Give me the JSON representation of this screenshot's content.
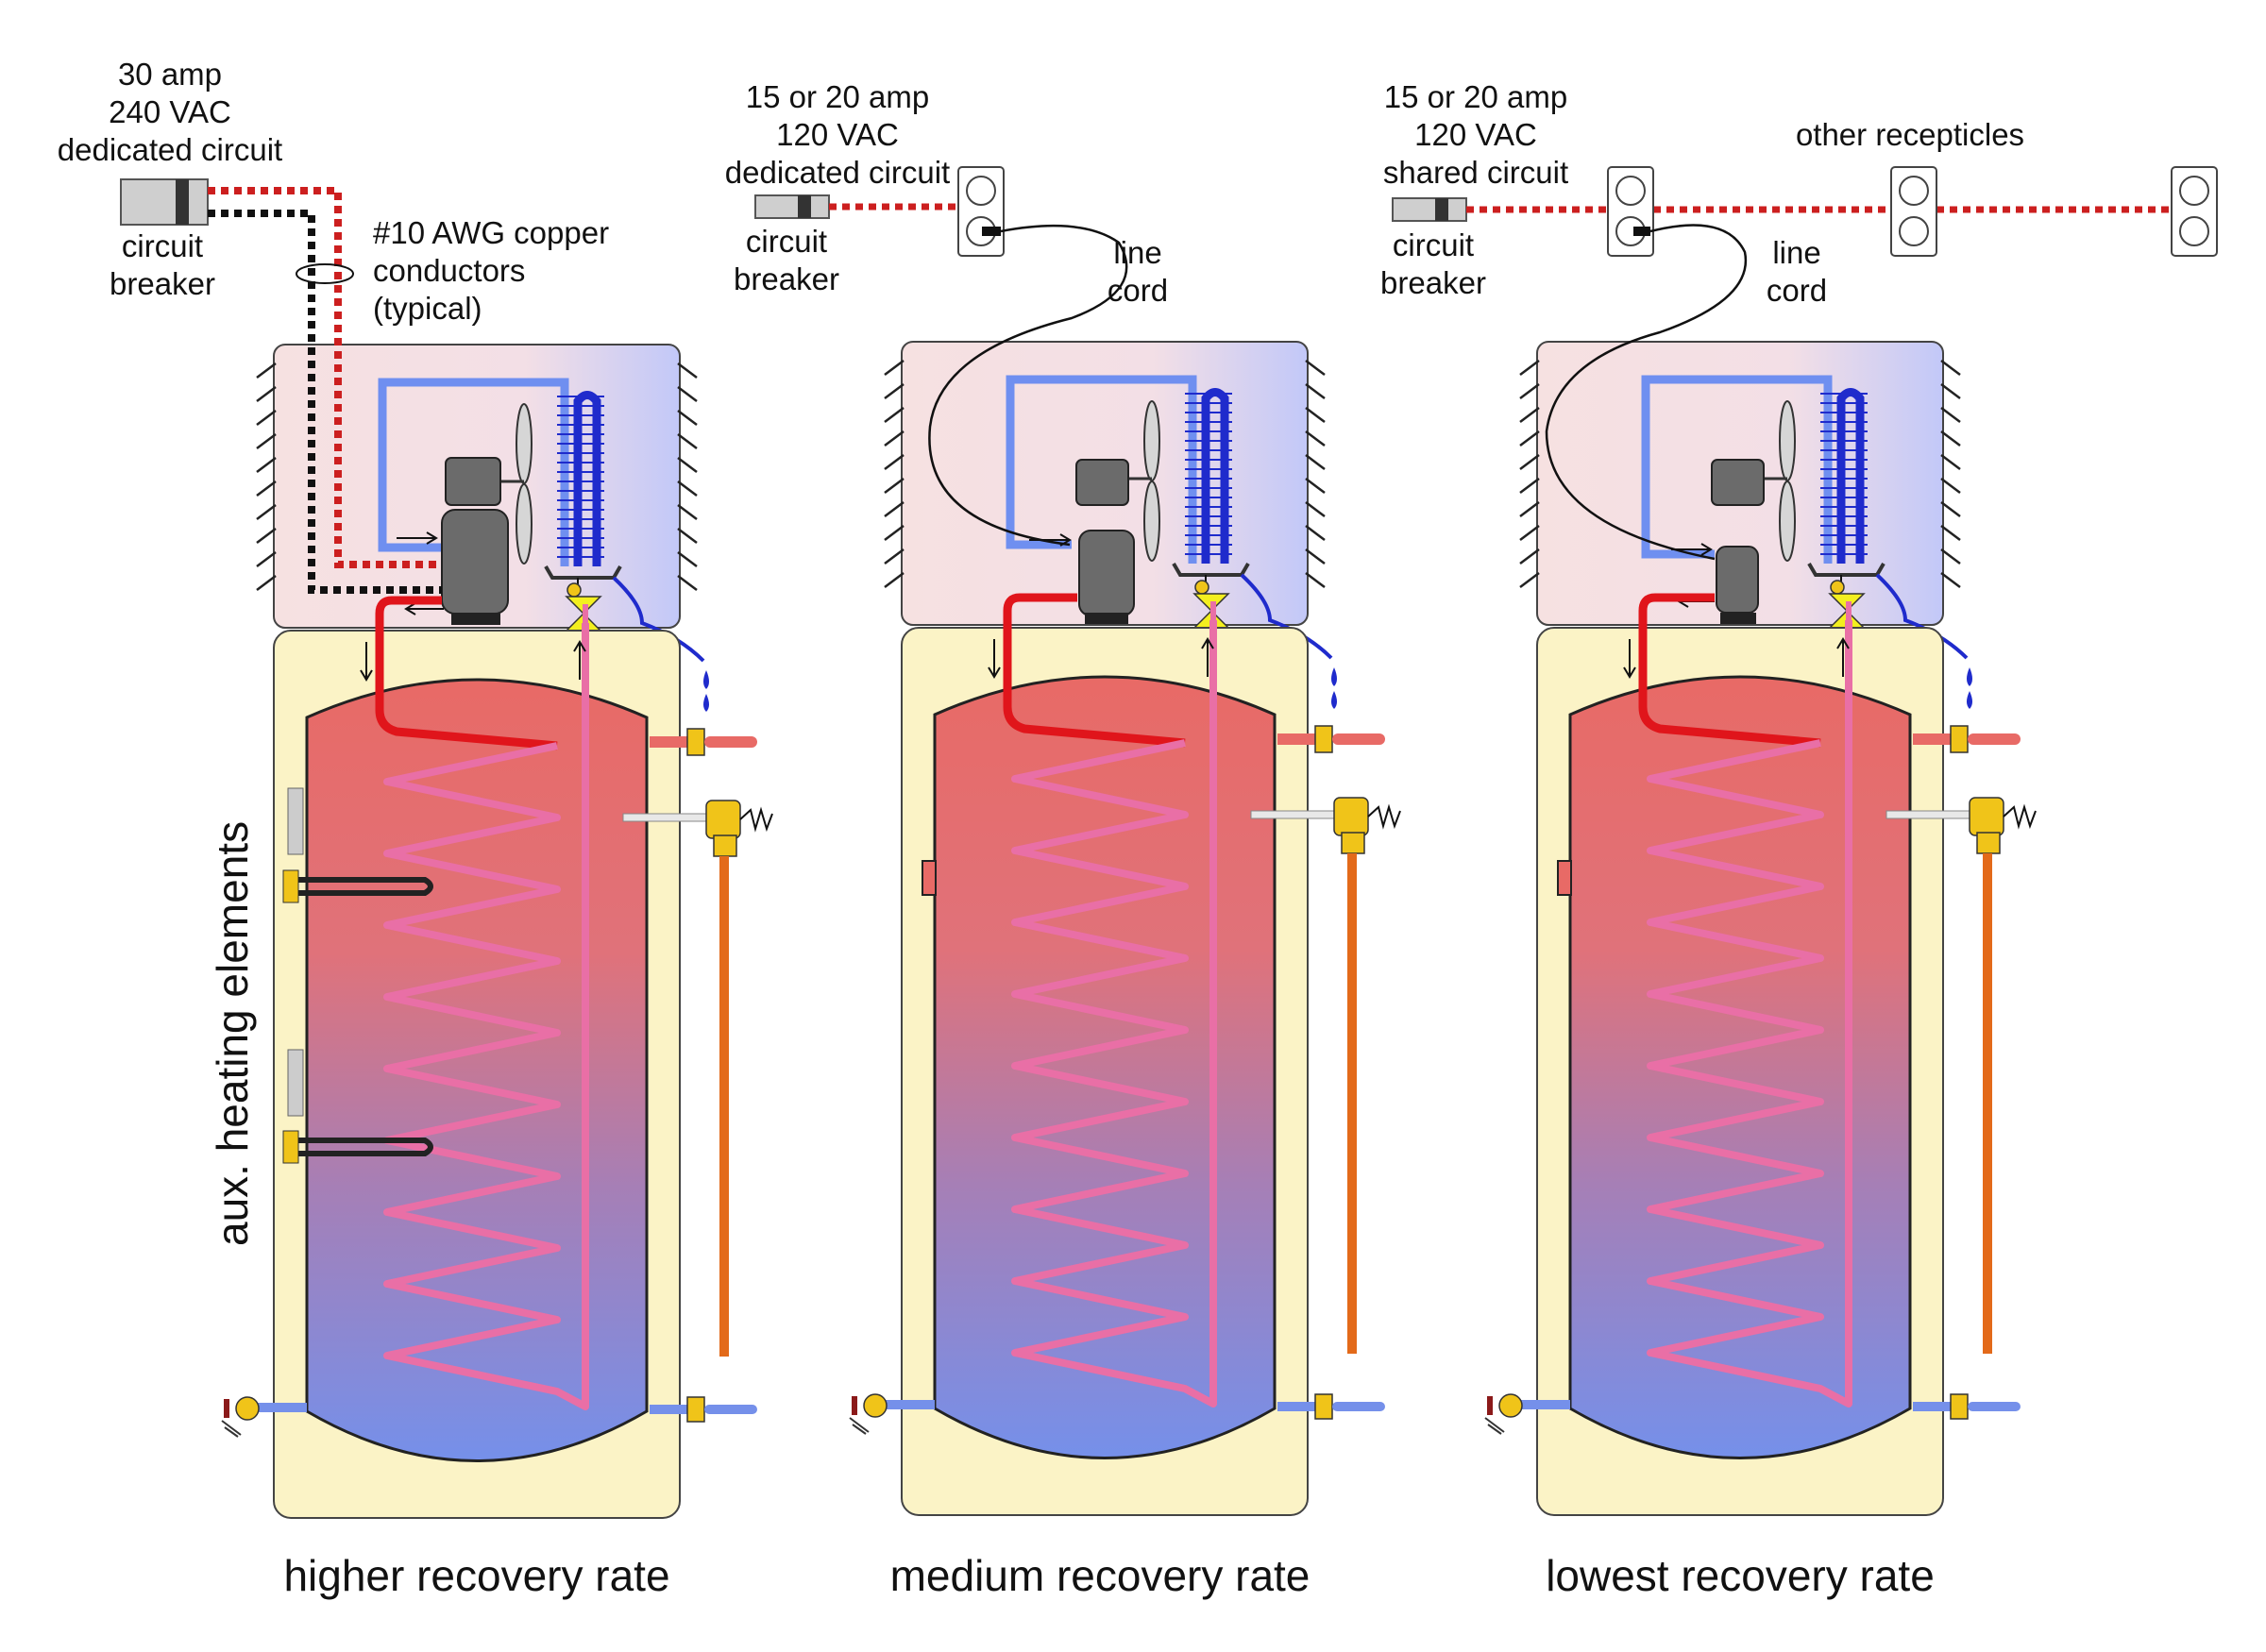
{
  "colors": {
    "hot_line": "#cc1f1f",
    "neutral_line": "#111111",
    "tank_jacket": "#fbf3c6",
    "tank_hot": "#e86a66",
    "tank_cold": "#7590ea",
    "hp_housing": "#f6e1e1",
    "hp_cold_side": "#c7cdf7",
    "refrigerant_hot": "#e0151b",
    "refrigerant_cold": "#6f8ff0",
    "condenser_coil": "#e96fa6",
    "evaporator": "#1f2bcc",
    "relief_pipe": "#e36a1a",
    "brass": "#f0c419",
    "compressor": "#6b6b6b"
  },
  "units": [
    {
      "id": "higher",
      "supply_label": [
        "30 amp",
        "240 VAC",
        "dedicated circuit"
      ],
      "breaker_label": [
        "circuit",
        "breaker"
      ],
      "conductor_note": [
        "#10 AWG copper",
        "conductors",
        "(typical)"
      ],
      "aux_label": "aux. heating elements",
      "caption": "higher recovery rate"
    },
    {
      "id": "medium",
      "supply_label": [
        "15 or 20 amp",
        "120 VAC",
        "dedicated circuit"
      ],
      "breaker_label": [
        "circuit",
        "breaker"
      ],
      "cord_label": [
        "line",
        "cord"
      ],
      "caption": "medium recovery rate"
    },
    {
      "id": "lowest",
      "supply_label": [
        "15 or 20 amp",
        "120 VAC",
        "shared circuit"
      ],
      "breaker_label": [
        "circuit",
        "breaker"
      ],
      "cord_label": [
        "line",
        "cord"
      ],
      "other_label": "other recepticles",
      "caption": "lowest recovery rate"
    }
  ],
  "icons": {
    "breaker": "circuit-breaker-icon",
    "outlet": "duplex-outlet-icon",
    "plug": "plug-icon",
    "compressor": "compressor-icon",
    "fan": "fan-icon",
    "valve": "expansion-valve-icon",
    "relief": "relief-valve-icon",
    "drain": "drain-valve-icon",
    "drip": "condensate-drip-icon",
    "element": "heating-element-icon"
  }
}
